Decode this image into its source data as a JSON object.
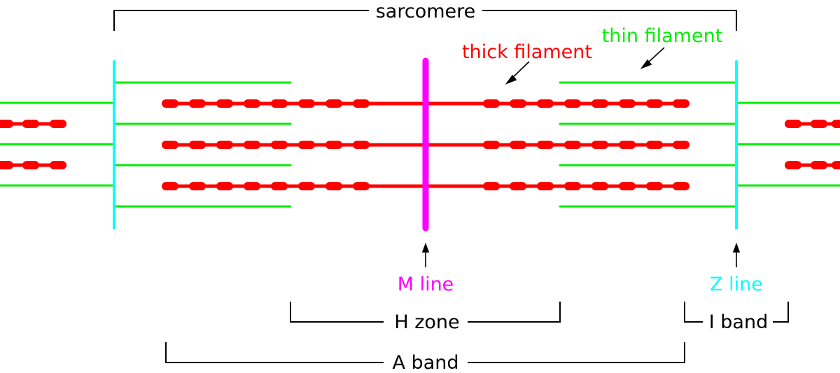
{
  "colors": {
    "thin_filament": "#00ee00",
    "thick_filament": "#ff0000",
    "m_line": "#ff00ff",
    "z_line": "#00ffff",
    "bracket": "#000000",
    "label": "#000000"
  },
  "labels": {
    "sarcomere": "sarcomere",
    "thin_filament": "thin filament",
    "thick_filament": "thick filament",
    "m_line": "M line",
    "z_line": "Z line",
    "h_zone": "H zone",
    "i_band": "I band",
    "a_band": "A band"
  }
}
